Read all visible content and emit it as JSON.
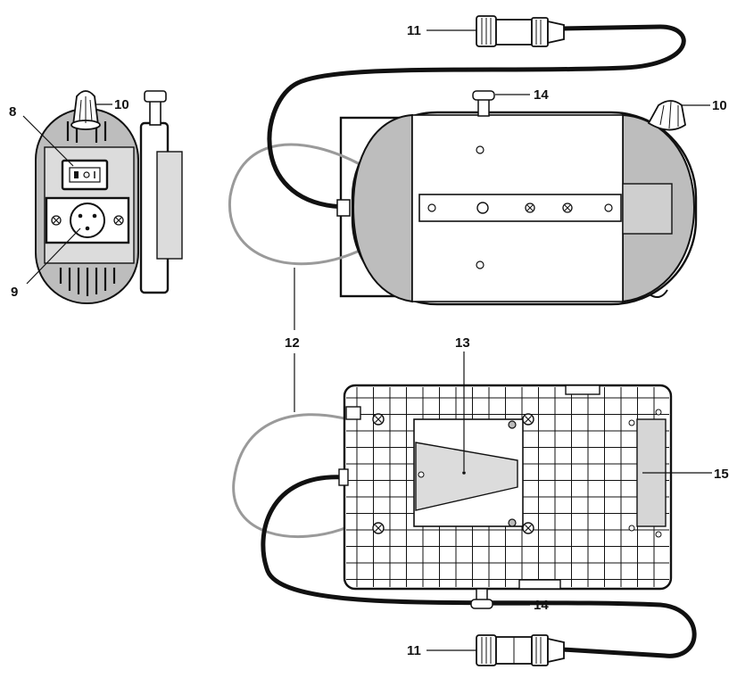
{
  "callouts": {
    "c8": "8",
    "c9": "9",
    "c10_left": "10",
    "c10_right": "10",
    "c11_top": "11",
    "c11_bottom": "11",
    "c12": "12",
    "c13": "13",
    "c14_top": "14",
    "c14_bottom": "14",
    "c15": "15"
  },
  "colors": {
    "outline": "#111111",
    "panel_grey": "#bdbdbd",
    "light_grey": "#dcdcdc",
    "grey_cable": "#9a9a9a"
  }
}
